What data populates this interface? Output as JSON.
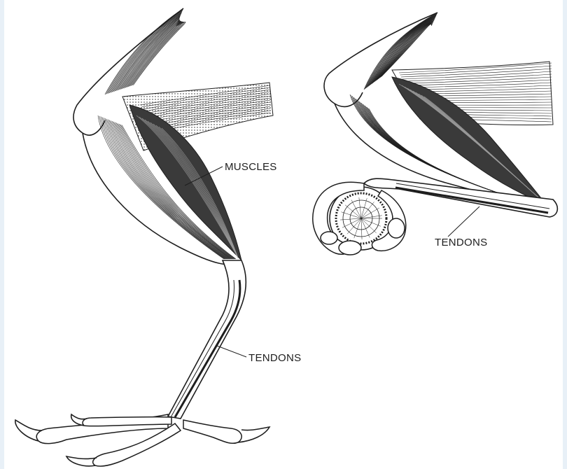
{
  "labels": {
    "muscles": "MUSCLES",
    "tendons_left": "TENDONS",
    "tendons_right": "TENDONS"
  },
  "colors": {
    "ink": "#1e1e1e",
    "muscle_fill": "#3a3a3a",
    "frame": "#e8f0f7",
    "paper": "#ffffff"
  },
  "icons": {
    "standing_leg": "standing-bird-leg-illustration",
    "perching_leg": "perching-bird-leg-illustration"
  }
}
